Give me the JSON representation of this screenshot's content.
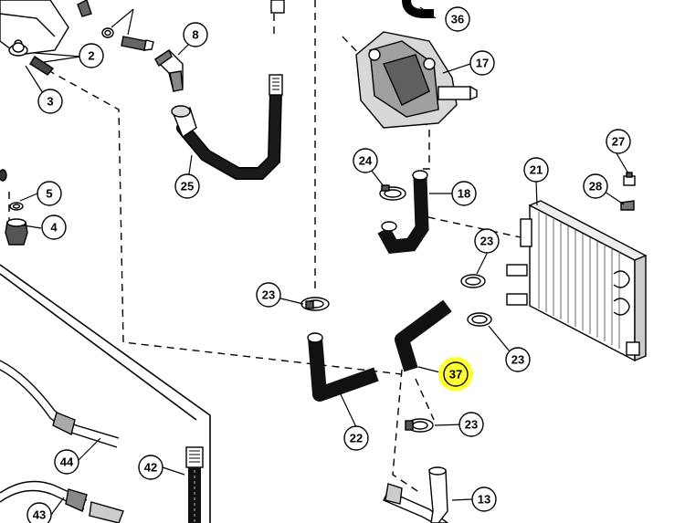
{
  "diagram": {
    "highlight_color": "#ffff33",
    "ink_color": "#000000",
    "callouts": [
      "2",
      "3",
      "4",
      "5",
      "8",
      "13",
      "17",
      "18",
      "21",
      "22",
      "23",
      "24",
      "25",
      "27",
      "28",
      "36",
      "37",
      "42",
      "43",
      "44"
    ],
    "highlighted_callout": "37"
  }
}
